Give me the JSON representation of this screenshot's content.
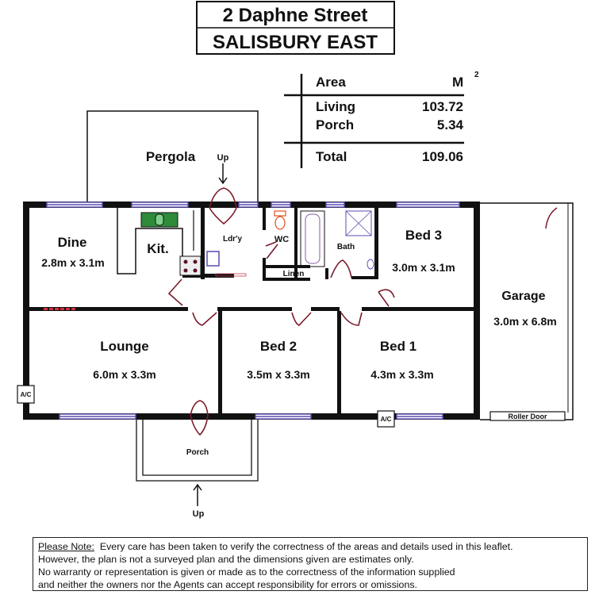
{
  "title": {
    "line1": "2 Daphne Street",
    "line2": "SALISBURY EAST"
  },
  "area_table": {
    "header_label": "Area",
    "unit": "M",
    "unit_exp": "2",
    "rows": [
      {
        "label": "Living",
        "value": "103.72"
      },
      {
        "label": "Porch",
        "value": "5.34"
      }
    ],
    "total": {
      "label": "Total",
      "value": "109.06"
    }
  },
  "rooms": {
    "pergola": "Pergola",
    "dine": {
      "name": "Dine",
      "size": "2.8m x 3.1m"
    },
    "kitchen": "Kit.",
    "laundry": "Ldr'y",
    "wc": "WC",
    "bath": "Bath",
    "linen": "Linen",
    "bed3": {
      "name": "Bed 3",
      "size": "3.0m x 3.1m"
    },
    "garage": {
      "name": "Garage",
      "size": "3.0m x 6.8m"
    },
    "lounge": {
      "name": "Lounge",
      "size": "6.0m x 3.3m"
    },
    "bed2": {
      "name": "Bed 2",
      "size": "3.5m x 3.3m"
    },
    "bed1": {
      "name": "Bed 1",
      "size": "4.3m x 3.3m"
    },
    "porch": "Porch"
  },
  "labels": {
    "up_rear": "Up",
    "up_front": "Up",
    "ac_left": "A/C",
    "ac_bottom": "A/C",
    "roller_door": "Roller Door"
  },
  "note": {
    "heading": "Please Note:",
    "line1": "Every care has been taken to verify the correctness of the areas and details used in this leaflet.",
    "line2": "However, the plan is not a surveyed plan and the dimensions given are estimates only.",
    "line3": "No warranty or representation is given or made as to the correctness of the information supplied",
    "line4": "and neither the owners nor the Agents can accept responsibility for errors or omissions."
  },
  "colors": {
    "wall": "#111111",
    "window": "#5a4fb0",
    "door": "#7a1a2a"
  }
}
